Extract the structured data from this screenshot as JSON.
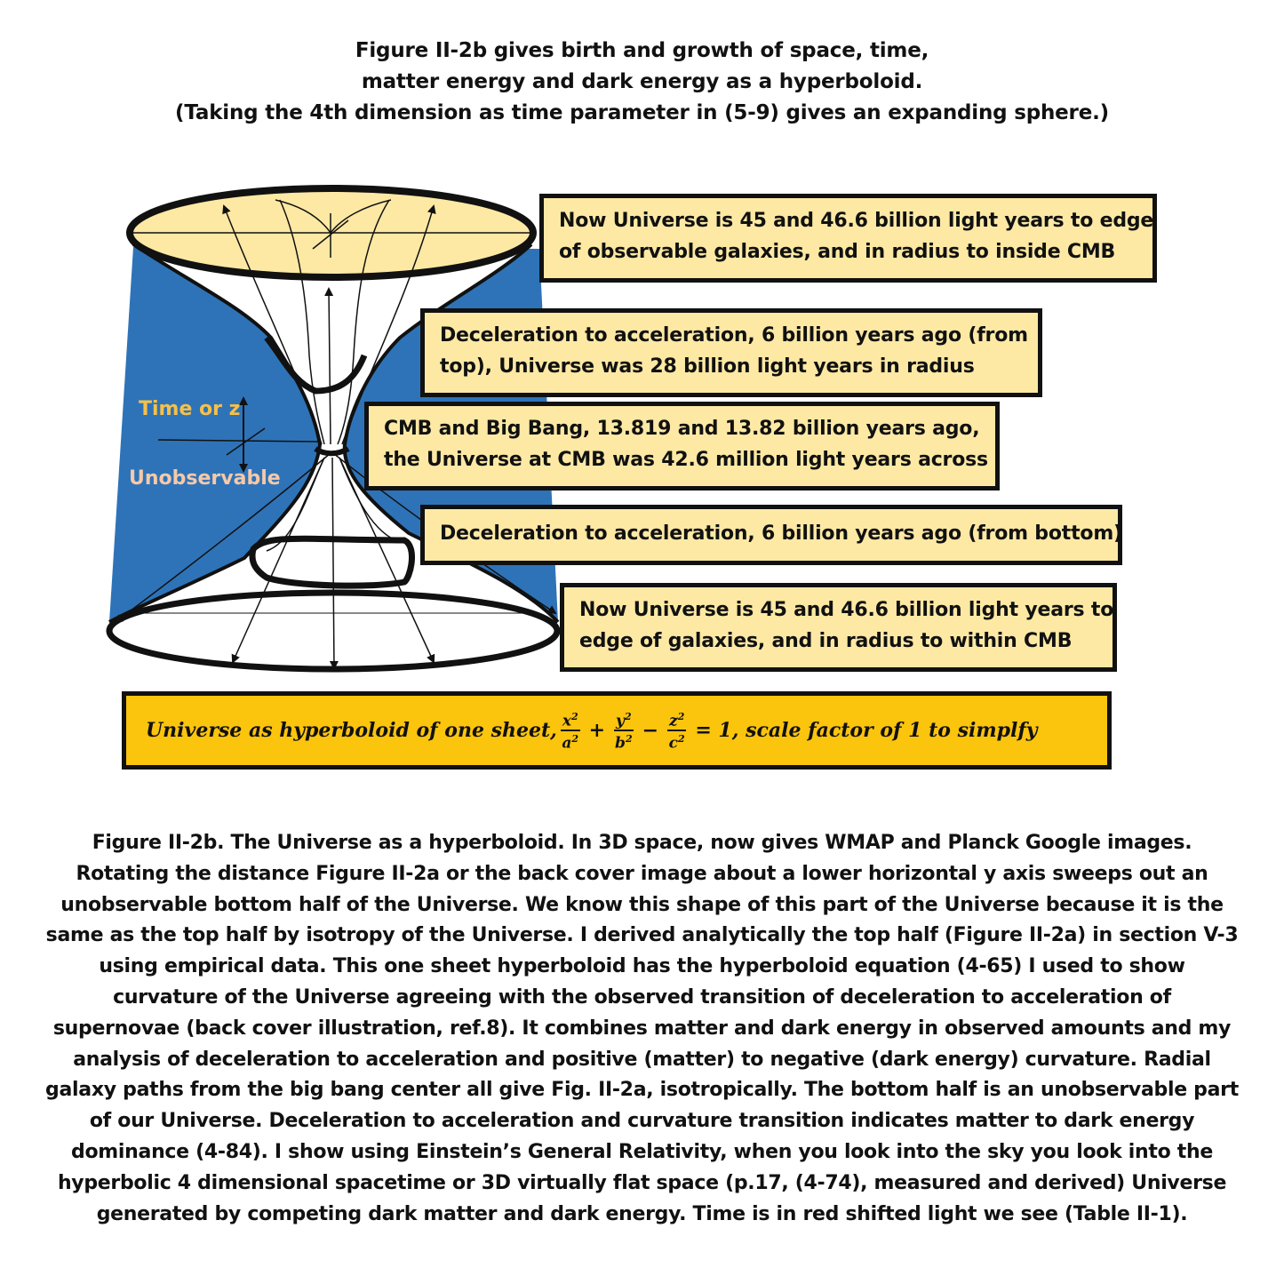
{
  "title": {
    "line1": "Figure II-2b gives birth and growth of space, time,",
    "line2": "matter energy and dark energy as a hyperboloid.",
    "line3": "(Taking the 4th dimension as time parameter in (5-9) gives an expanding sphere.)"
  },
  "labels": {
    "time": "Time or z",
    "unobservable": "Unobservable"
  },
  "boxes": {
    "top_now": {
      "line1": "Now Universe is 45 and 46.6 billion light years to edge",
      "line2": "of observable galaxies, and in radius to inside CMB"
    },
    "decel_top": {
      "line1": "Deceleration to acceleration, 6 billion years ago (from",
      "line2": "top), Universe was 28 billion light years in radius"
    },
    "cmb": {
      "line1": "CMB and Big Bang, 13.819 and 13.82 billion years ago,",
      "line2": "the Universe at  CMB was 42.6 million light years across"
    },
    "decel_bottom": {
      "line1": "Deceleration to acceleration, 6 billion years ago (from bottom)"
    },
    "bottom_now": {
      "line1": "Now Universe is 45 and 46.6 billion light years to",
      "line2": "edge of galaxies, and in radius to within CMB"
    }
  },
  "equation": {
    "prefix": "Universe as hyperboloid of one sheet,",
    "x_num": "x",
    "x_den": "a",
    "y_num": "y",
    "y_den": "b",
    "z_num": "z",
    "z_den": "c",
    "exp": "2",
    "plus": "+",
    "minus": "−",
    "suffix": "= 1, scale factor of 1 to simplfy"
  },
  "caption": {
    "lines": [
      "Figure II-2b.  The Universe as a hyperboloid.  In 3D space, now gives WMAP and Planck Google images.",
      "Rotating the distance Figure II-2a or the back cover image about a lower horizontal y axis sweeps out an",
      "unobservable bottom half of the Universe.  We know this shape of this part of the Universe because it is the",
      "same as the top half by isotropy of the Universe. I derived analytically the top half (Figure II-2a) in section V-3",
      "using empirical data. This one sheet hyperboloid has the hyperboloid equation (4-65) I used to show",
      "curvature of the Universe agreeing with the observed transition of deceleration to acceleration of",
      "supernovae (back cover illustration, ref.8).  It combines matter and dark energy in observed amounts and my",
      "analysis of deceleration to acceleration and positive (matter) to negative (dark energy) curvature.  Radial",
      "galaxy paths from the big bang center all give Fig. II-2a, isotropically.  The bottom half is an unobservable part",
      "of our Universe.  Deceleration to acceleration and curvature transition indicates matter to dark energy",
      "dominance (4-84). I show using Einstein’s General Relativity, when you look into the sky you look into the",
      "hyperbolic 4 dimensional spacetime or 3D virtually flat space (p.17, (4-74), measured and derived) Universe",
      "generated by competing dark matter and dark energy.  Time is in red shifted light we see (Table II-1)."
    ]
  },
  "colors": {
    "box_fill": "#fde9a4",
    "equation_fill": "#fbc40d",
    "blue_shade": "#2e73b8",
    "top_ellipse_fill": "#fde9a4",
    "time_label": "#f5c04a",
    "unobservable_label": "#f6c9a8"
  }
}
